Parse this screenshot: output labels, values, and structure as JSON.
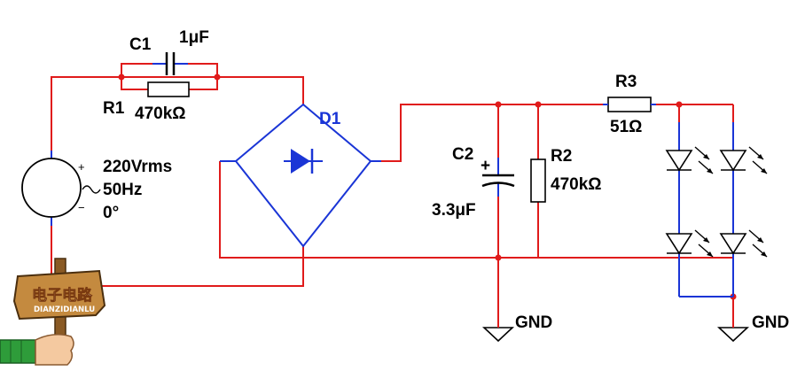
{
  "components": {
    "c1": {
      "ref": "C1",
      "value": "1μF"
    },
    "r1": {
      "ref": "R1",
      "value": "470kΩ"
    },
    "d1": {
      "ref": "D1"
    },
    "source": {
      "voltage": "220Vrms",
      "frequency": "50Hz",
      "phase": "0°",
      "plus": "+",
      "minus": "−"
    },
    "c2": {
      "ref": "C2",
      "value": "3.3μF",
      "polarity": "+"
    },
    "r2": {
      "ref": "R2",
      "value": "470kΩ"
    },
    "r3": {
      "ref": "R3",
      "value": "51Ω"
    }
  },
  "ground_labels": [
    "GND",
    "GND"
  ],
  "logo": {
    "cn": "电子电路",
    "en": "DIANZIDIANLU"
  },
  "colors": {
    "wire": "#e01b1b",
    "component": "#1a35d6",
    "label_blue": "#1a35d6",
    "logo_wood": "#c48a3f"
  }
}
